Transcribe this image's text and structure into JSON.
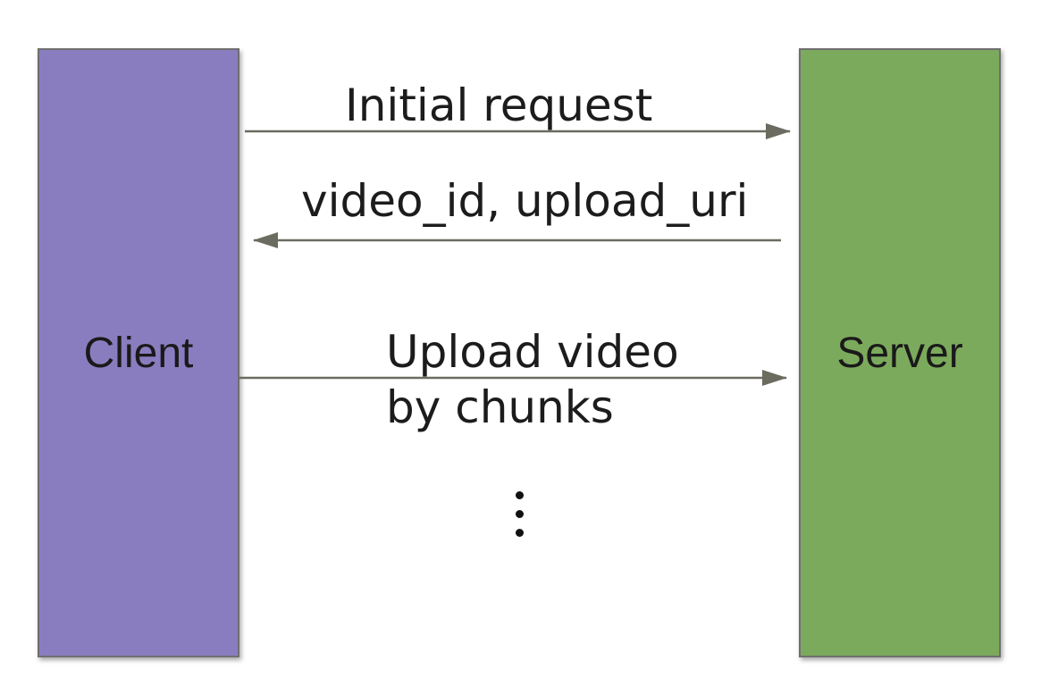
{
  "participants": {
    "client": {
      "label": "Client",
      "color": "#8a7dbf"
    },
    "server": {
      "label": "Server",
      "color": "#7caa5c"
    }
  },
  "messages": [
    {
      "label_lines": [
        "Initial request"
      ],
      "direction": "client-to-server"
    },
    {
      "label_lines": [
        "video_id, upload_uri"
      ],
      "direction": "server-to-client"
    },
    {
      "label_lines": [
        "Upload video",
        "by chunks"
      ],
      "direction": "client-to-server"
    }
  ],
  "continuation": {
    "icon": "vertical-ellipsis-icon"
  },
  "arrow_color": "#6b6b60"
}
